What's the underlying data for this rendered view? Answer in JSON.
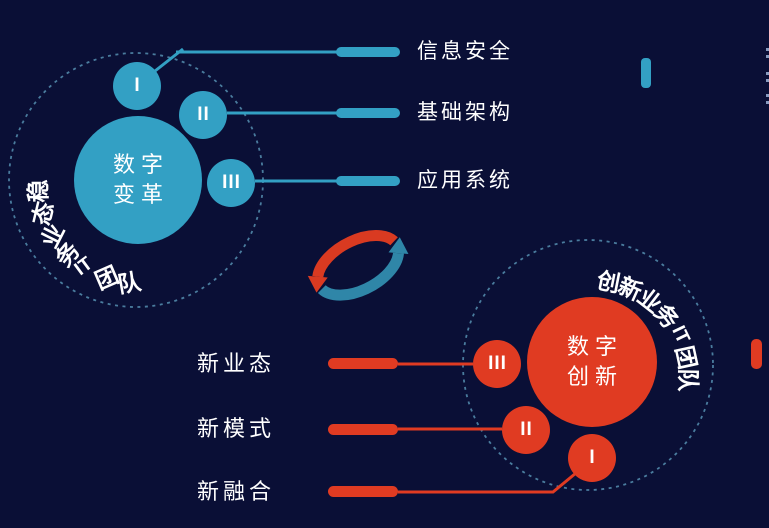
{
  "colors": {
    "background": "#0A0F36",
    "teal": "#33A0C4",
    "red": "#E03B22",
    "icon_teal": "#2F86A8",
    "icon_red": "#D93A21",
    "dashed_ring": "#4A7C9E",
    "text": "#FFFFFF",
    "edge_fragment": "#9FB4D8"
  },
  "stable_team": {
    "ring_label": "稳态业务IT团队",
    "ring_label_segments": [
      "稳",
      "态",
      "业",
      "务",
      "IT",
      "团",
      "队"
    ],
    "center_circle": {
      "line1": "数字",
      "line2": "变革"
    },
    "sub_circles": [
      {
        "numeral": "I"
      },
      {
        "numeral": "II"
      },
      {
        "numeral": "III"
      }
    ],
    "branch_labels": [
      "信息安全",
      "基础架构",
      "应用系统"
    ]
  },
  "innovation_team": {
    "ring_label": "创新业务IT团队",
    "ring_label_segments": [
      "创",
      "新",
      "业",
      "务",
      "IT",
      "团",
      "队"
    ],
    "center_circle": {
      "line1": "数字",
      "line2": "创新"
    },
    "sub_circles": [
      {
        "numeral": "III"
      },
      {
        "numeral": "II"
      },
      {
        "numeral": "I"
      }
    ],
    "branch_labels": [
      "新业态",
      "新模式",
      "新融合"
    ]
  }
}
